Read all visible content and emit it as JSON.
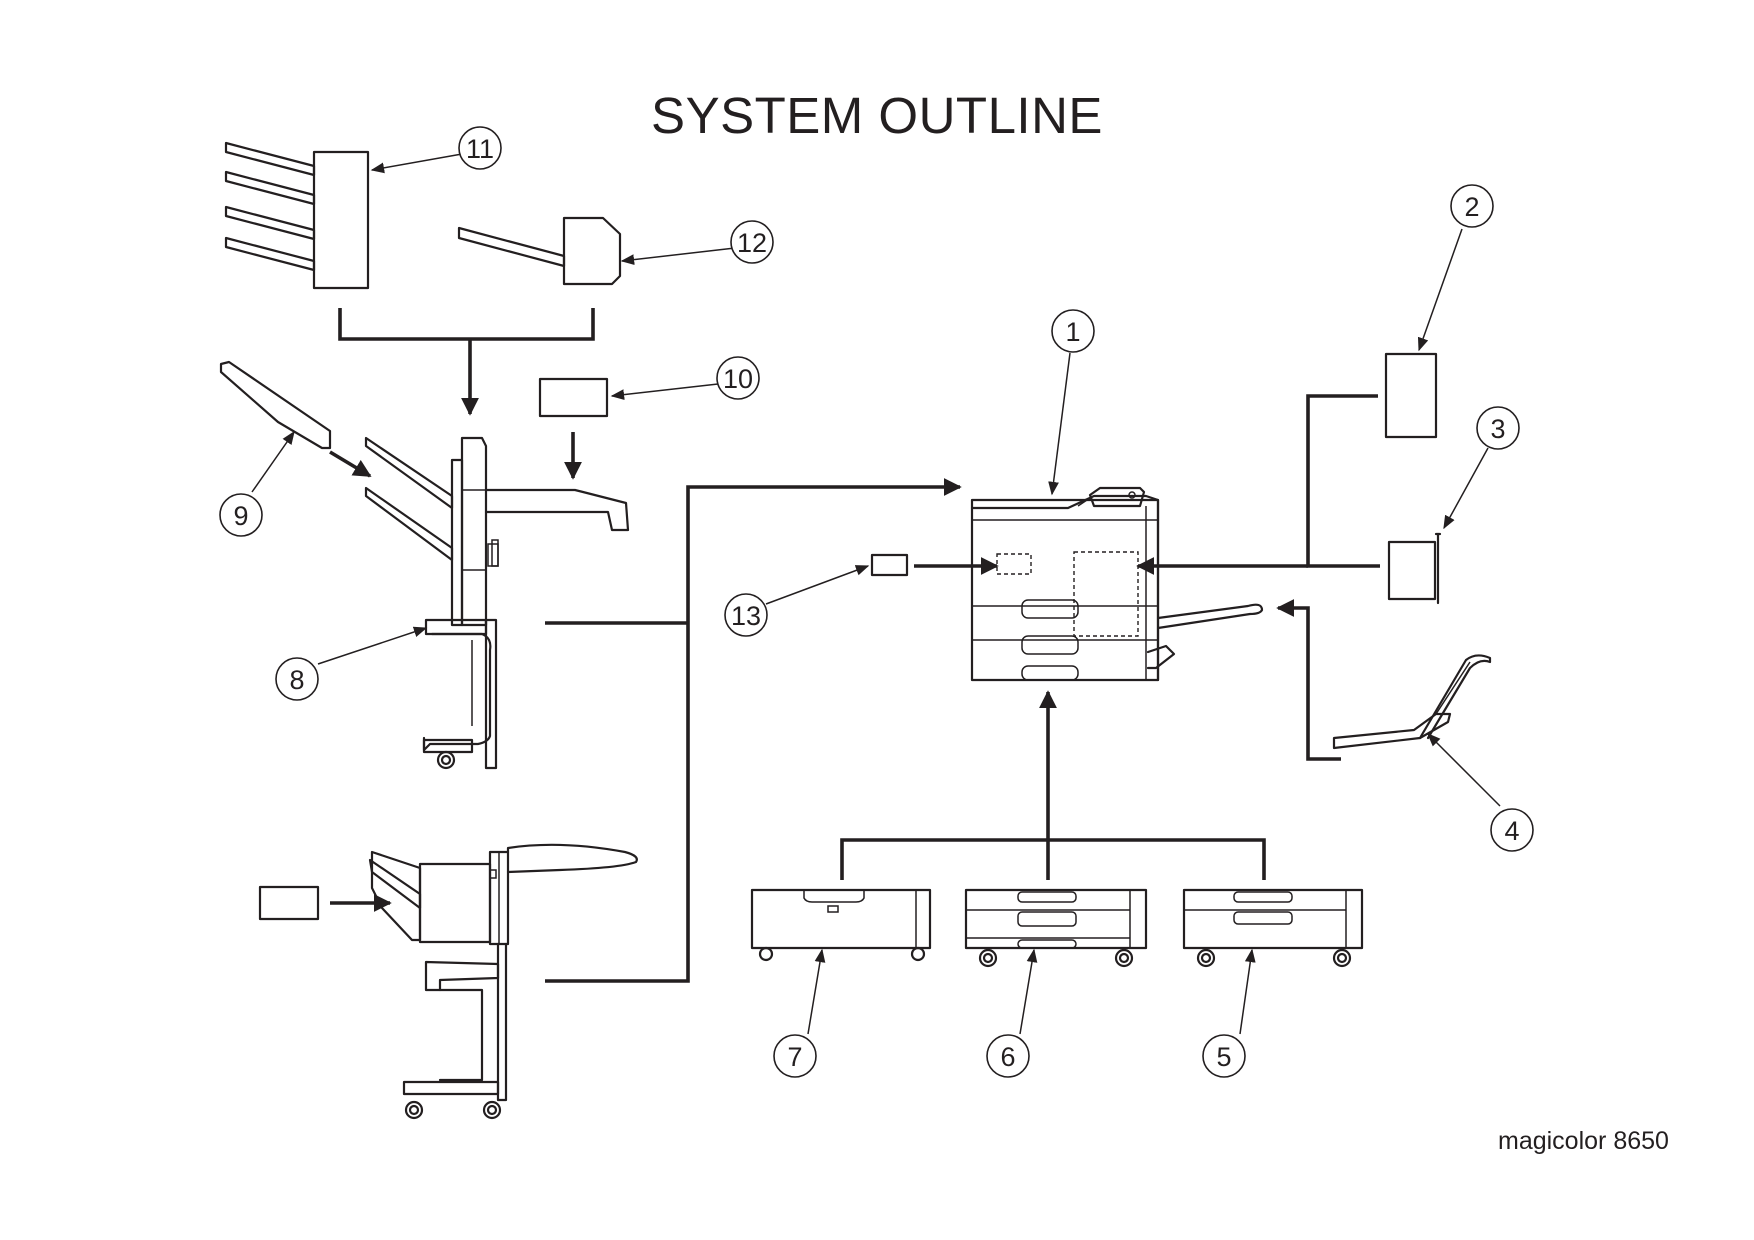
{
  "title": "SYSTEM OUTLINE",
  "model": "magicolor 8650",
  "callouts": [
    {
      "id": "1",
      "label": "1"
    },
    {
      "id": "2",
      "label": "2"
    },
    {
      "id": "3",
      "label": "3"
    },
    {
      "id": "4",
      "label": "4"
    },
    {
      "id": "5",
      "label": "5"
    },
    {
      "id": "6",
      "label": "6"
    },
    {
      "id": "7",
      "label": "7"
    },
    {
      "id": "8",
      "label": "8"
    },
    {
      "id": "9",
      "label": "9"
    },
    {
      "id": "10",
      "label": "10"
    },
    {
      "id": "11",
      "label": "11"
    },
    {
      "id": "12",
      "label": "12"
    },
    {
      "id": "13",
      "label": "13"
    }
  ]
}
